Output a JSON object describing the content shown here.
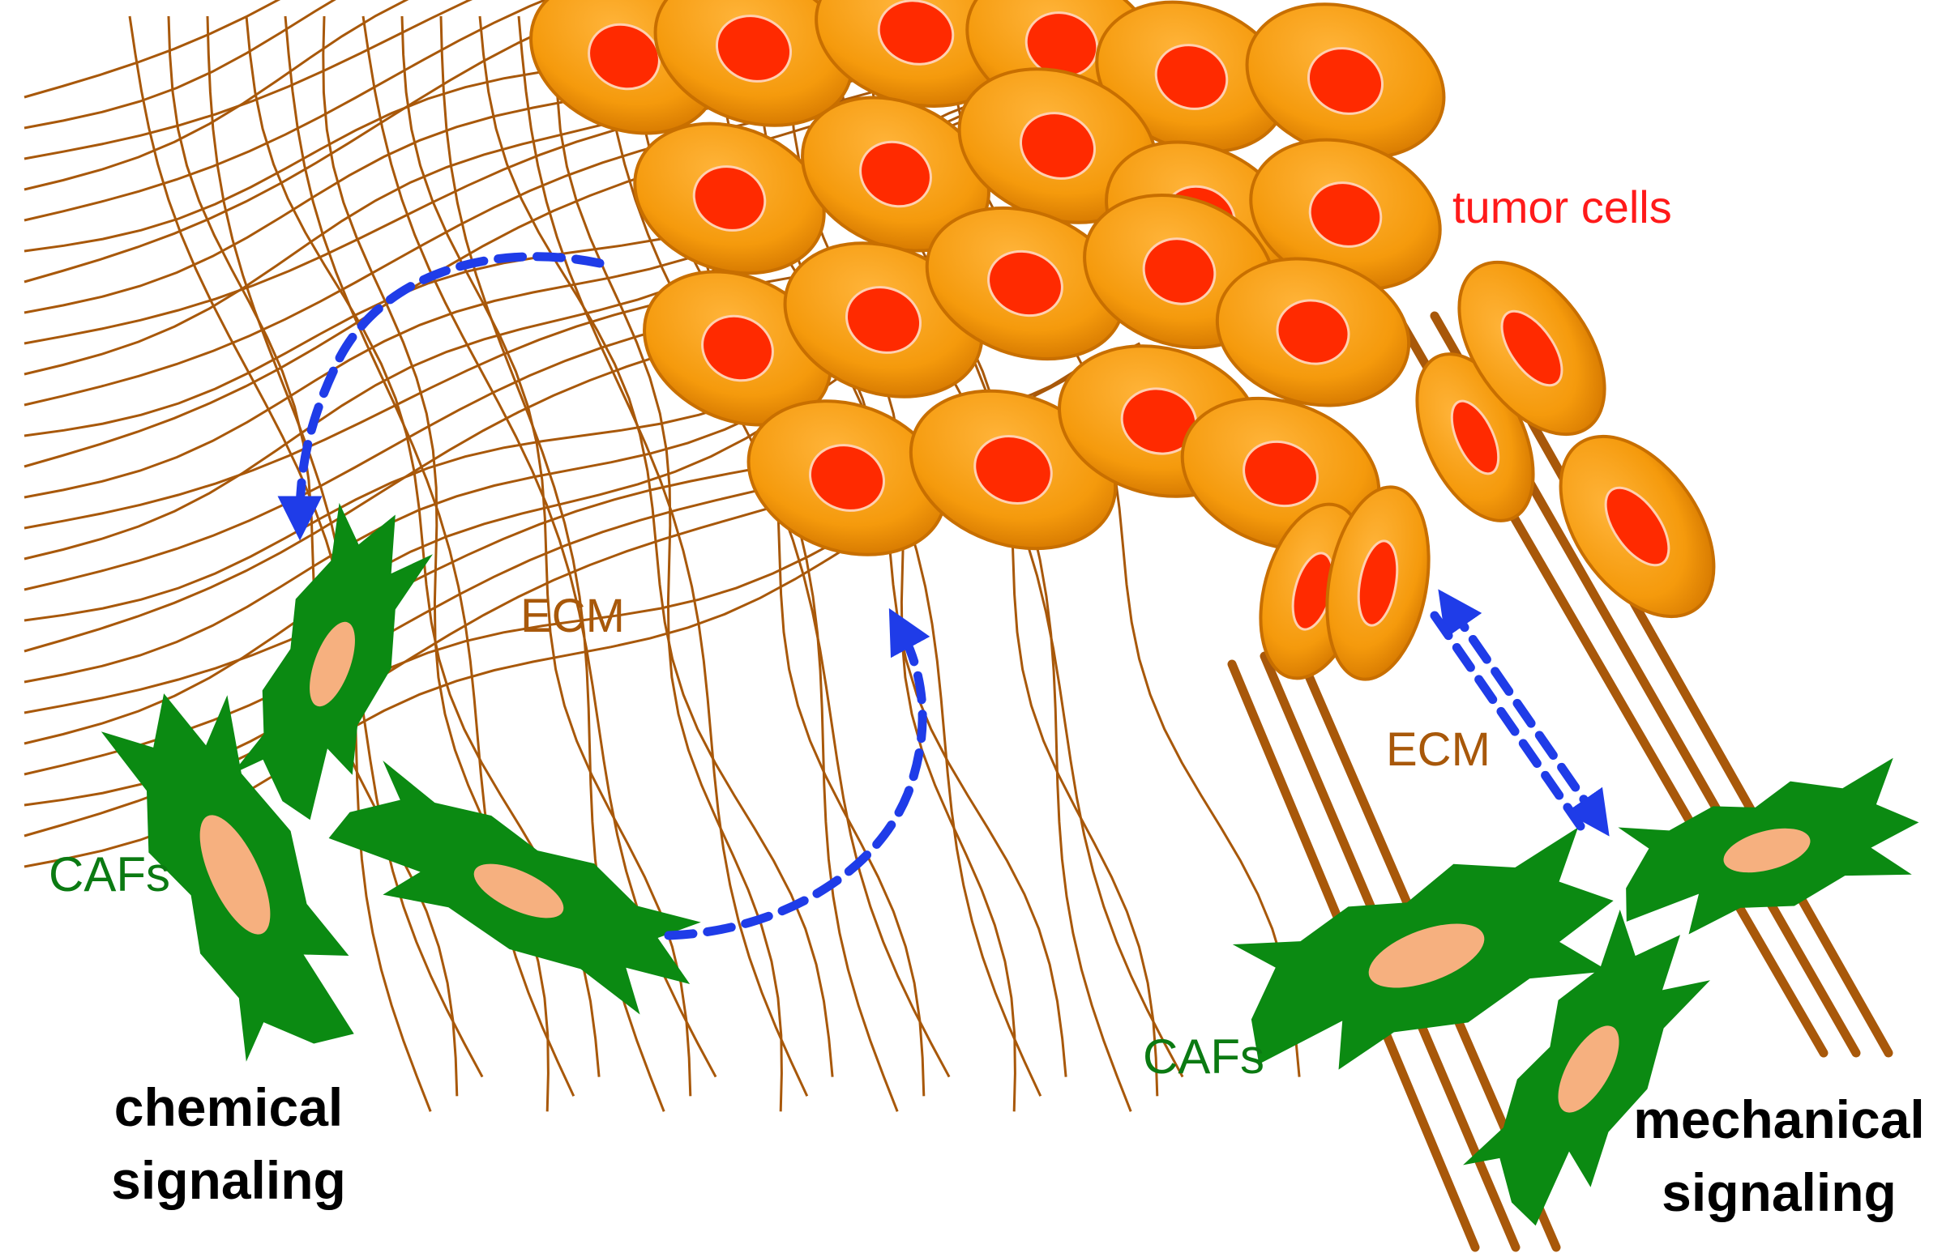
{
  "labels": {
    "tumor_cells": "tumor cells",
    "ecm_left": "ECM",
    "ecm_right": "ECM",
    "cafs_left": "CAFs",
    "cafs_right": "CAFs",
    "chemical_line1": "chemical",
    "chemical_line2": "signaling",
    "mechanical_line1": "mechanical",
    "mechanical_line2": "signaling"
  },
  "colors": {
    "tumor_cell_fill": "#f59a0c",
    "tumor_cell_edge": "#c86f00",
    "nucleus": "#ff2a00",
    "ecm_fiber": "#a8580a",
    "caf_body": "#0b8a12",
    "caf_nucleus": "#f6b07f",
    "arrow": "#1f3ce8",
    "tumor_label": "#ff1a1a",
    "ecm_label": "#a8580a",
    "caf_label": "#0b7a12",
    "signaling_label": "#000000"
  },
  "icons": {
    "tumor_cell": "tumor-cell-icon",
    "caf": "fibroblast-icon",
    "arrow": "dashed-arrow-icon"
  }
}
